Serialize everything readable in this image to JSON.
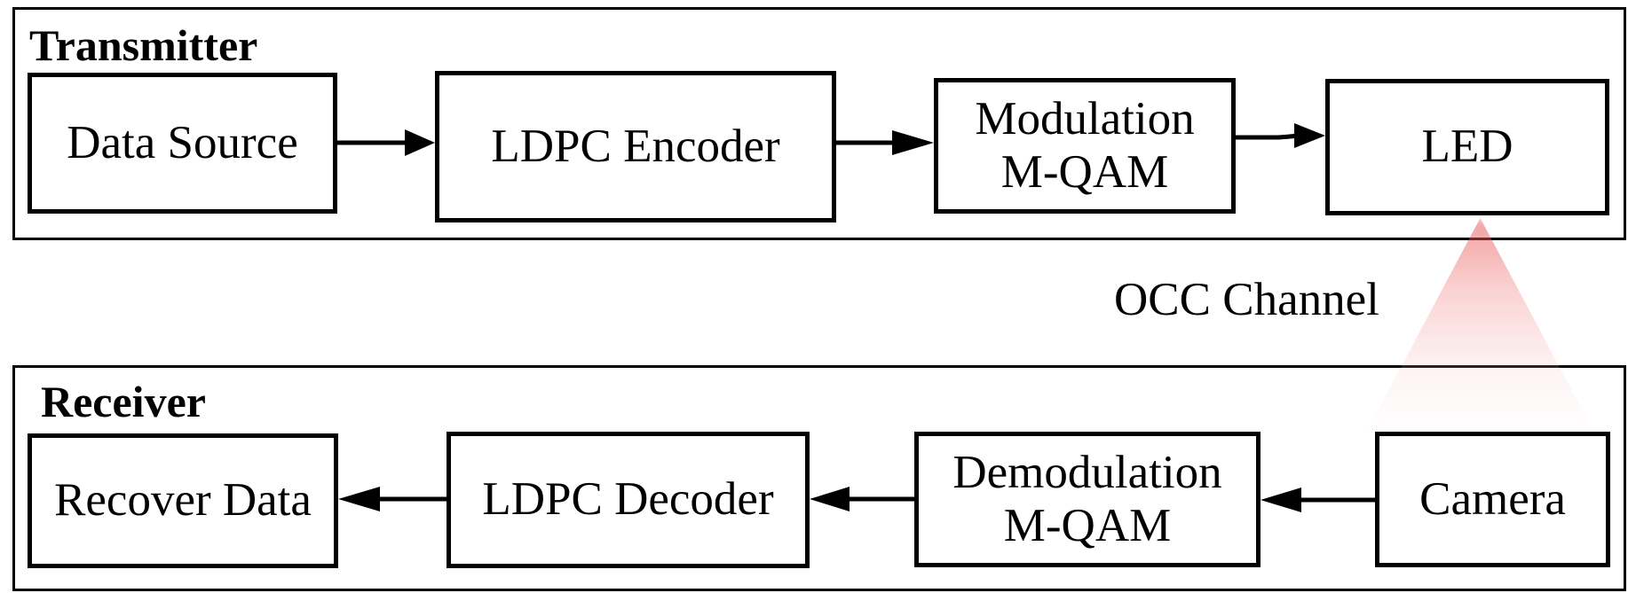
{
  "transmitter": {
    "title": "Transmitter",
    "blocks": [
      {
        "lines": [
          "Data Source"
        ]
      },
      {
        "lines": [
          "LDPC Encoder"
        ]
      },
      {
        "lines": [
          "Modulation",
          "M-QAM"
        ]
      },
      {
        "lines": [
          "LED"
        ]
      }
    ]
  },
  "channel": {
    "label": "OCC Channel",
    "beam_color": "#e85050"
  },
  "receiver": {
    "title": "Receiver",
    "blocks": [
      {
        "lines": [
          "Recover Data"
        ]
      },
      {
        "lines": [
          "LDPC Decoder"
        ]
      },
      {
        "lines": [
          "Demodulation",
          "M-QAM"
        ]
      },
      {
        "lines": [
          "Camera"
        ]
      }
    ]
  }
}
